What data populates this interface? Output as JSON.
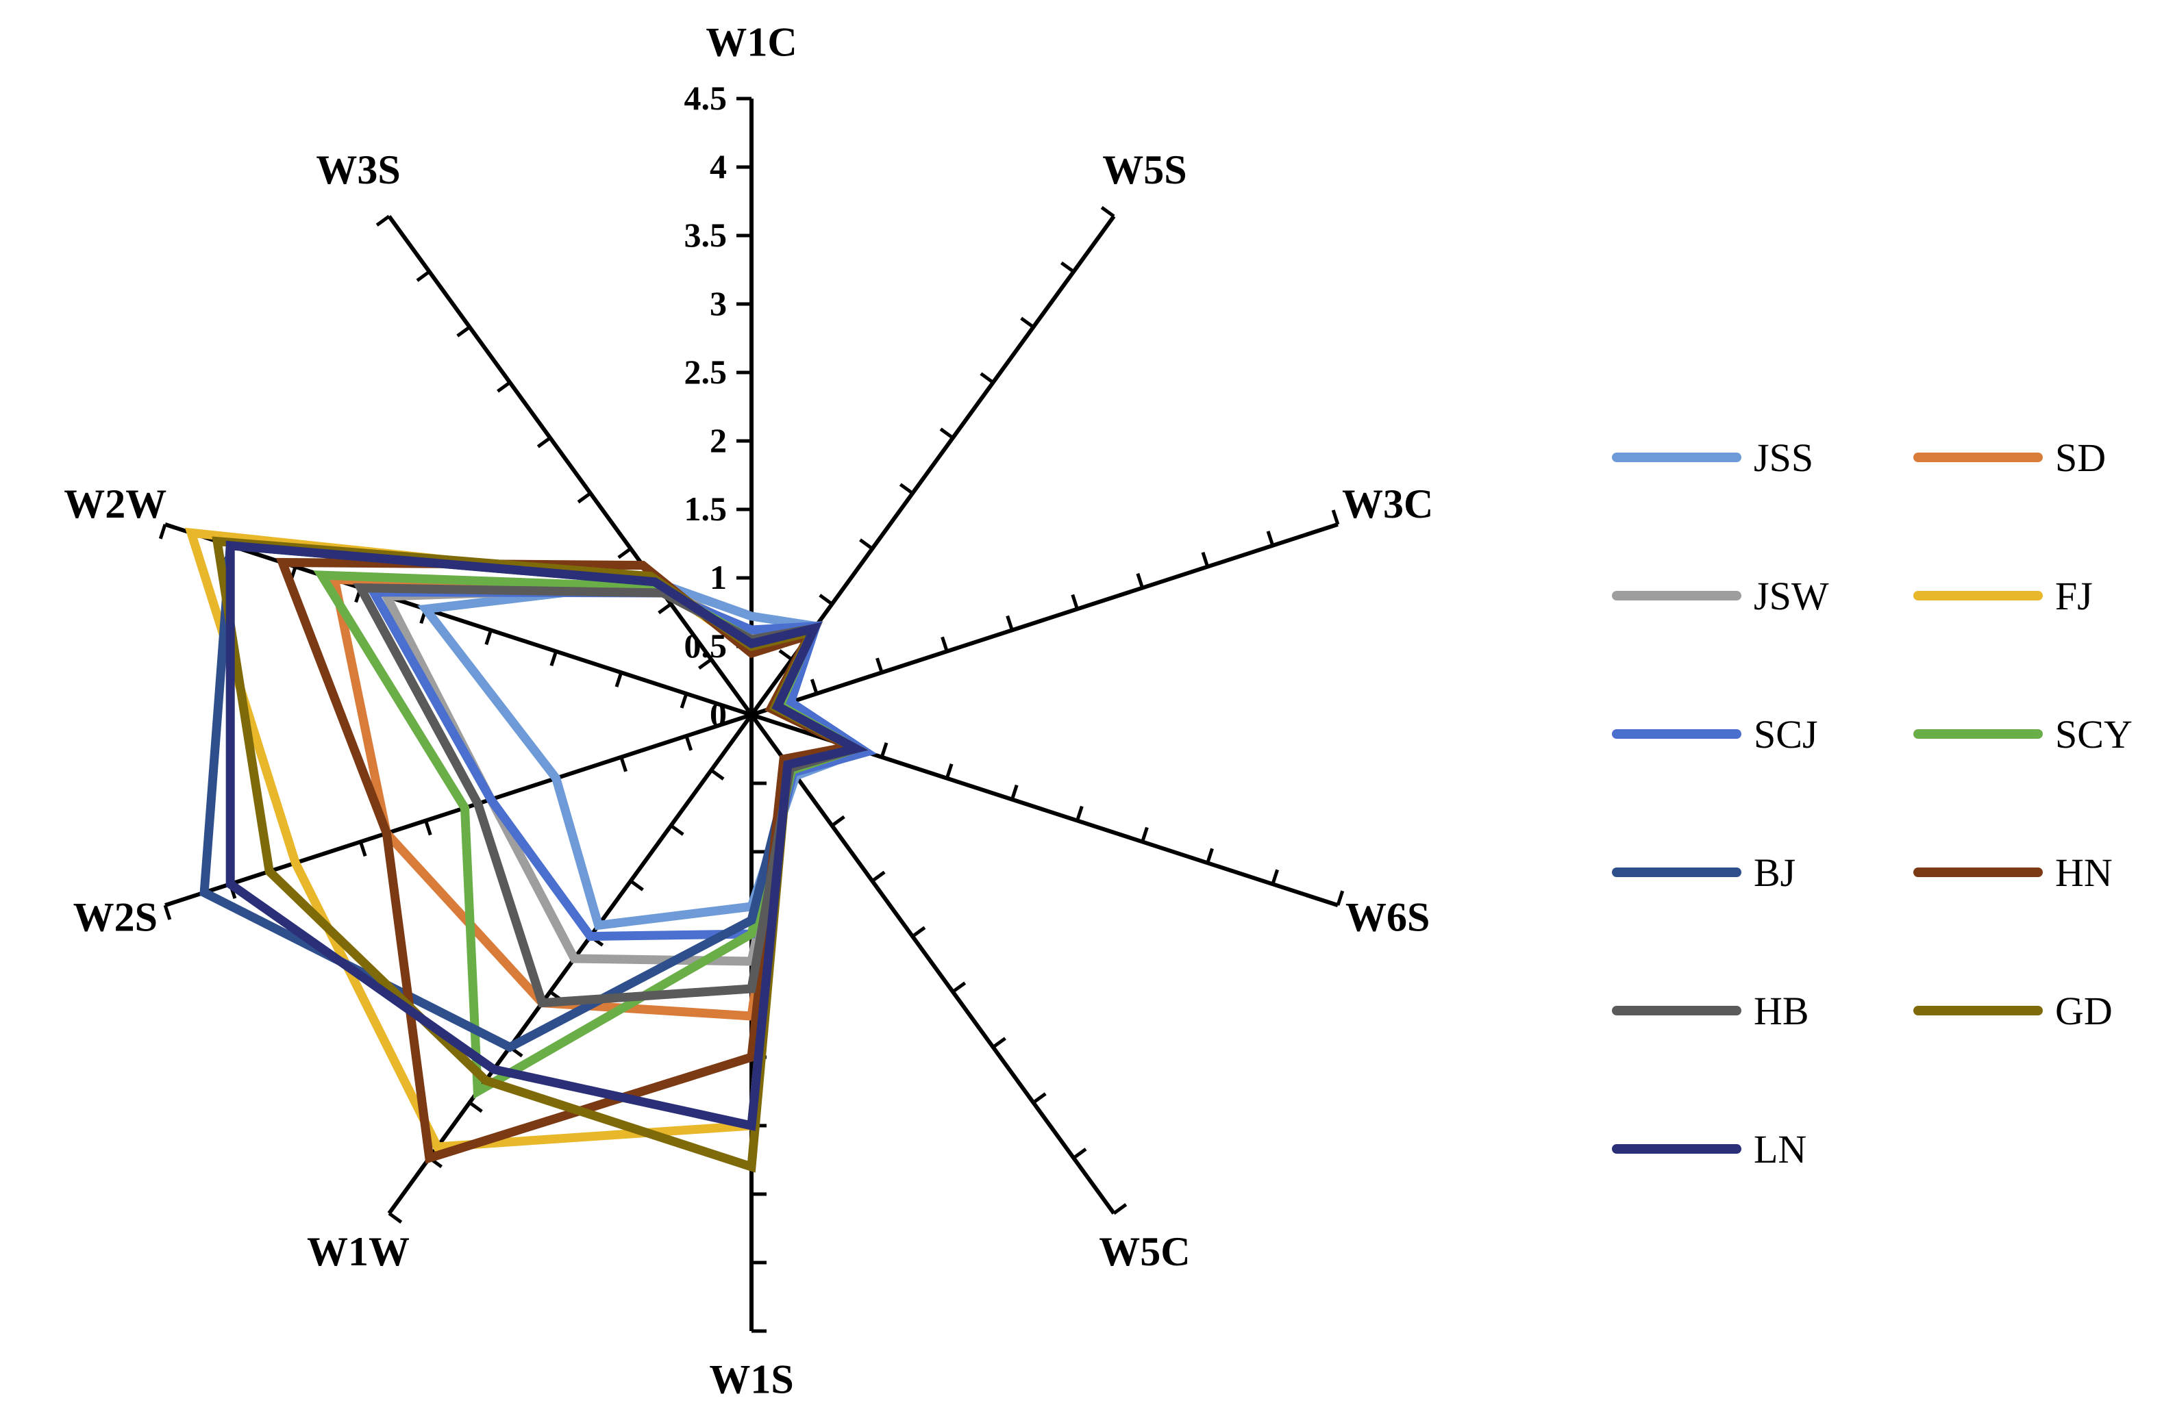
{
  "chart_data": {
    "type": "radar",
    "axes": [
      "W1C",
      "W5S",
      "W3C",
      "W6S",
      "W5C",
      "W1S",
      "W1W",
      "W2S",
      "W2W",
      "W3S"
    ],
    "rlim": [
      0,
      4.5
    ],
    "tick_labels": [
      "0",
      "0.5",
      "1",
      "1.5",
      "2",
      "2.5",
      "3",
      "3.5",
      "4",
      "4.5"
    ],
    "grid": false,
    "legend_position": "right",
    "series": [
      {
        "name": "JSS",
        "color": "#6E9BD8",
        "values": [
          0.72,
          0.8,
          0.22,
          0.85,
          0.55,
          1.4,
          1.9,
          1.5,
          2.5,
          1.2
        ]
      },
      {
        "name": "SD",
        "color": "#D97C3A",
        "values": [
          0.55,
          0.75,
          0.15,
          0.75,
          0.45,
          2.2,
          2.6,
          2.8,
          3.2,
          1.1
        ]
      },
      {
        "name": "JSW",
        "color": "#9E9E9E",
        "values": [
          0.6,
          0.8,
          0.2,
          0.8,
          0.5,
          1.8,
          2.2,
          2.0,
          2.8,
          1.15
        ]
      },
      {
        "name": "FJ",
        "color": "#E8B82A",
        "values": [
          0.48,
          0.72,
          0.15,
          0.78,
          0.45,
          3.0,
          3.9,
          3.5,
          4.3,
          1.2
        ]
      },
      {
        "name": "SCJ",
        "color": "#4A6FCF",
        "values": [
          0.62,
          0.8,
          0.3,
          0.88,
          0.52,
          1.6,
          2.0,
          2.0,
          2.9,
          1.1
        ]
      },
      {
        "name": "SCY",
        "color": "#6AAE48",
        "values": [
          0.55,
          0.75,
          0.22,
          0.8,
          0.5,
          1.6,
          3.4,
          2.2,
          3.3,
          1.15
        ]
      },
      {
        "name": "BJ",
        "color": "#2E4F8C",
        "values": [
          0.5,
          0.75,
          0.2,
          0.8,
          0.48,
          1.5,
          3.0,
          4.2,
          4.0,
          1.2
        ]
      },
      {
        "name": "HN",
        "color": "#7B3A14",
        "values": [
          0.45,
          0.72,
          0.15,
          0.75,
          0.4,
          2.5,
          4.0,
          2.8,
          3.6,
          1.35
        ]
      },
      {
        "name": "HB",
        "color": "#5A5A5A",
        "values": [
          0.55,
          0.78,
          0.2,
          0.8,
          0.48,
          2.0,
          2.6,
          2.1,
          3.0,
          1.1
        ]
      },
      {
        "name": "GD",
        "color": "#7E6A08",
        "values": [
          0.5,
          0.75,
          0.18,
          0.8,
          0.45,
          3.3,
          3.3,
          3.7,
          4.1,
          1.25
        ]
      },
      {
        "name": "LN",
        "color": "#2A2F78",
        "values": [
          0.52,
          0.78,
          0.2,
          0.8,
          0.45,
          3.0,
          3.2,
          4.0,
          4.0,
          1.2
        ]
      }
    ]
  }
}
